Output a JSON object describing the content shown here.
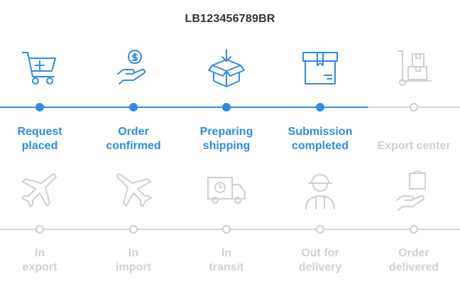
{
  "tracking_number": "LB123456789BR",
  "colors": {
    "active": "#2e8ce6",
    "inactive": "#d0d0d0",
    "text": "#333333"
  },
  "steps_row1": [
    {
      "label": "Request\nplaced",
      "icon": "shopping-cart-icon",
      "status": "active"
    },
    {
      "label": "Order\nconfirmed",
      "icon": "hand-coin-icon",
      "status": "active"
    },
    {
      "label": "Preparing\nshipping",
      "icon": "box-open-icon",
      "status": "active"
    },
    {
      "label": "Submission\ncompleted",
      "icon": "package-icon",
      "status": "active"
    },
    {
      "label": "Export center",
      "icon": "hand-truck-icon",
      "status": "inactive"
    }
  ],
  "steps_row2": [
    {
      "label": "In\nexport",
      "icon": "airplane-icon",
      "status": "inactive"
    },
    {
      "label": "In\nimport",
      "icon": "airplane-icon",
      "status": "inactive"
    },
    {
      "label": "In\ntransit",
      "icon": "delivery-truck-icon",
      "status": "inactive"
    },
    {
      "label": "Out for\ndelivery",
      "icon": "courier-icon",
      "status": "inactive"
    },
    {
      "label": "Order\ndelivered",
      "icon": "hand-package-icon",
      "status": "inactive"
    }
  ]
}
